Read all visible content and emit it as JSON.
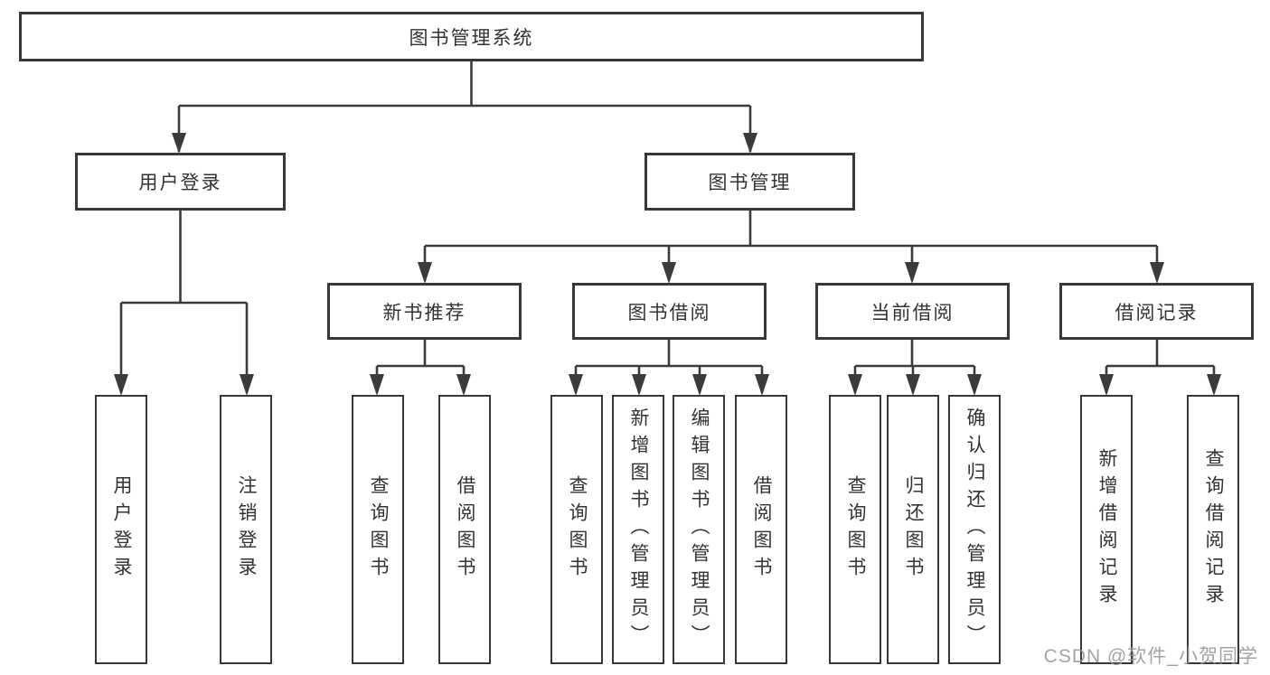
{
  "page": {
    "background": "#ffffff",
    "watermark": "CSDN @软件_小贺同学"
  },
  "colors": {
    "line": "#3b3b3b",
    "box_border": "#383838",
    "text": "#333333",
    "watermark": "#969696"
  },
  "tree": {
    "root": {
      "label": "图书管理系统"
    },
    "branches": [
      {
        "label": "用户登录",
        "children": [
          "用户登录",
          "注销登录"
        ]
      },
      {
        "label": "图书管理",
        "groups": [
          {
            "label": "新书推荐",
            "children": [
              "查询图书",
              "借阅图书"
            ]
          },
          {
            "label": "图书借阅",
            "children": [
              "查询图书",
              "新增图书（管理员）",
              "编辑图书（管理员）",
              "借阅图书"
            ]
          },
          {
            "label": "当前借阅",
            "children": [
              "查询图书",
              "归还图书",
              "确认归还（管理员）"
            ]
          },
          {
            "label": "借阅记录",
            "children": [
              "新增借阅记录",
              "查询借阅记录"
            ]
          }
        ]
      }
    ]
  }
}
